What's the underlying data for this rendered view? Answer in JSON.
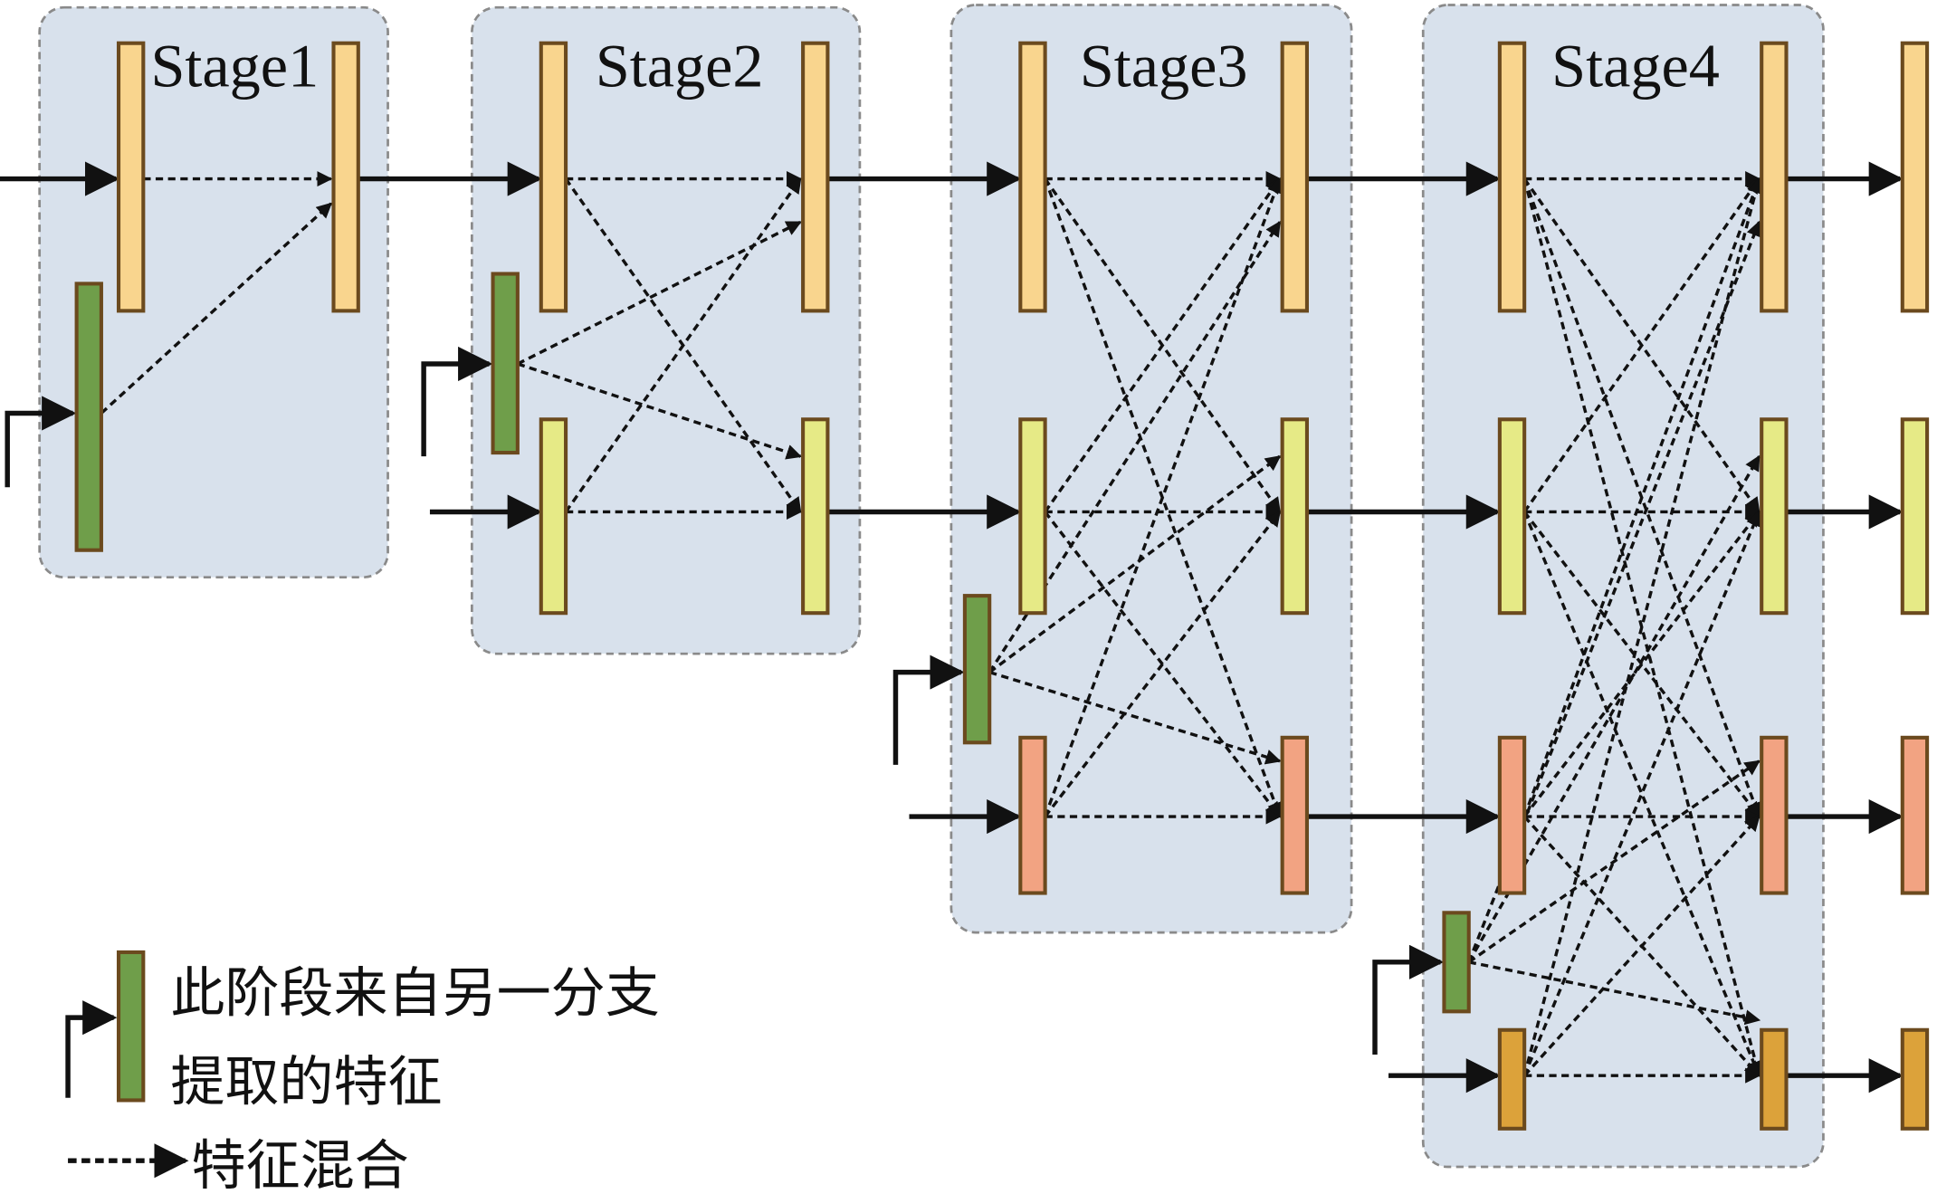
{
  "title": "Multi-branch stage feature fusion diagram",
  "colors": {
    "panel_fill": "#d8e1ec",
    "panel_border": "#8a8a8a",
    "bar_border": "#6b4a1e",
    "branch1": "#f9d58e",
    "branch2": "#e6ea86",
    "branch3": "#f2a382",
    "branch4": "#dca23a",
    "new_branch": "#6f9e4a",
    "arrow": "#111111"
  },
  "stages": [
    {
      "label": "Stage1",
      "branches_in": 1,
      "new_branch": true
    },
    {
      "label": "Stage2",
      "branches_in": 2,
      "new_branch": true
    },
    {
      "label": "Stage3",
      "branches_in": 3,
      "new_branch": true
    },
    {
      "label": "Stage4",
      "branches_in": 4,
      "new_branch": false
    }
  ],
  "outputs": {
    "branches": 4
  },
  "legend": {
    "new_branch_line1": "此阶段来自另一分支",
    "new_branch_line2": "提取的特征",
    "feature_mix": "特征混合"
  }
}
